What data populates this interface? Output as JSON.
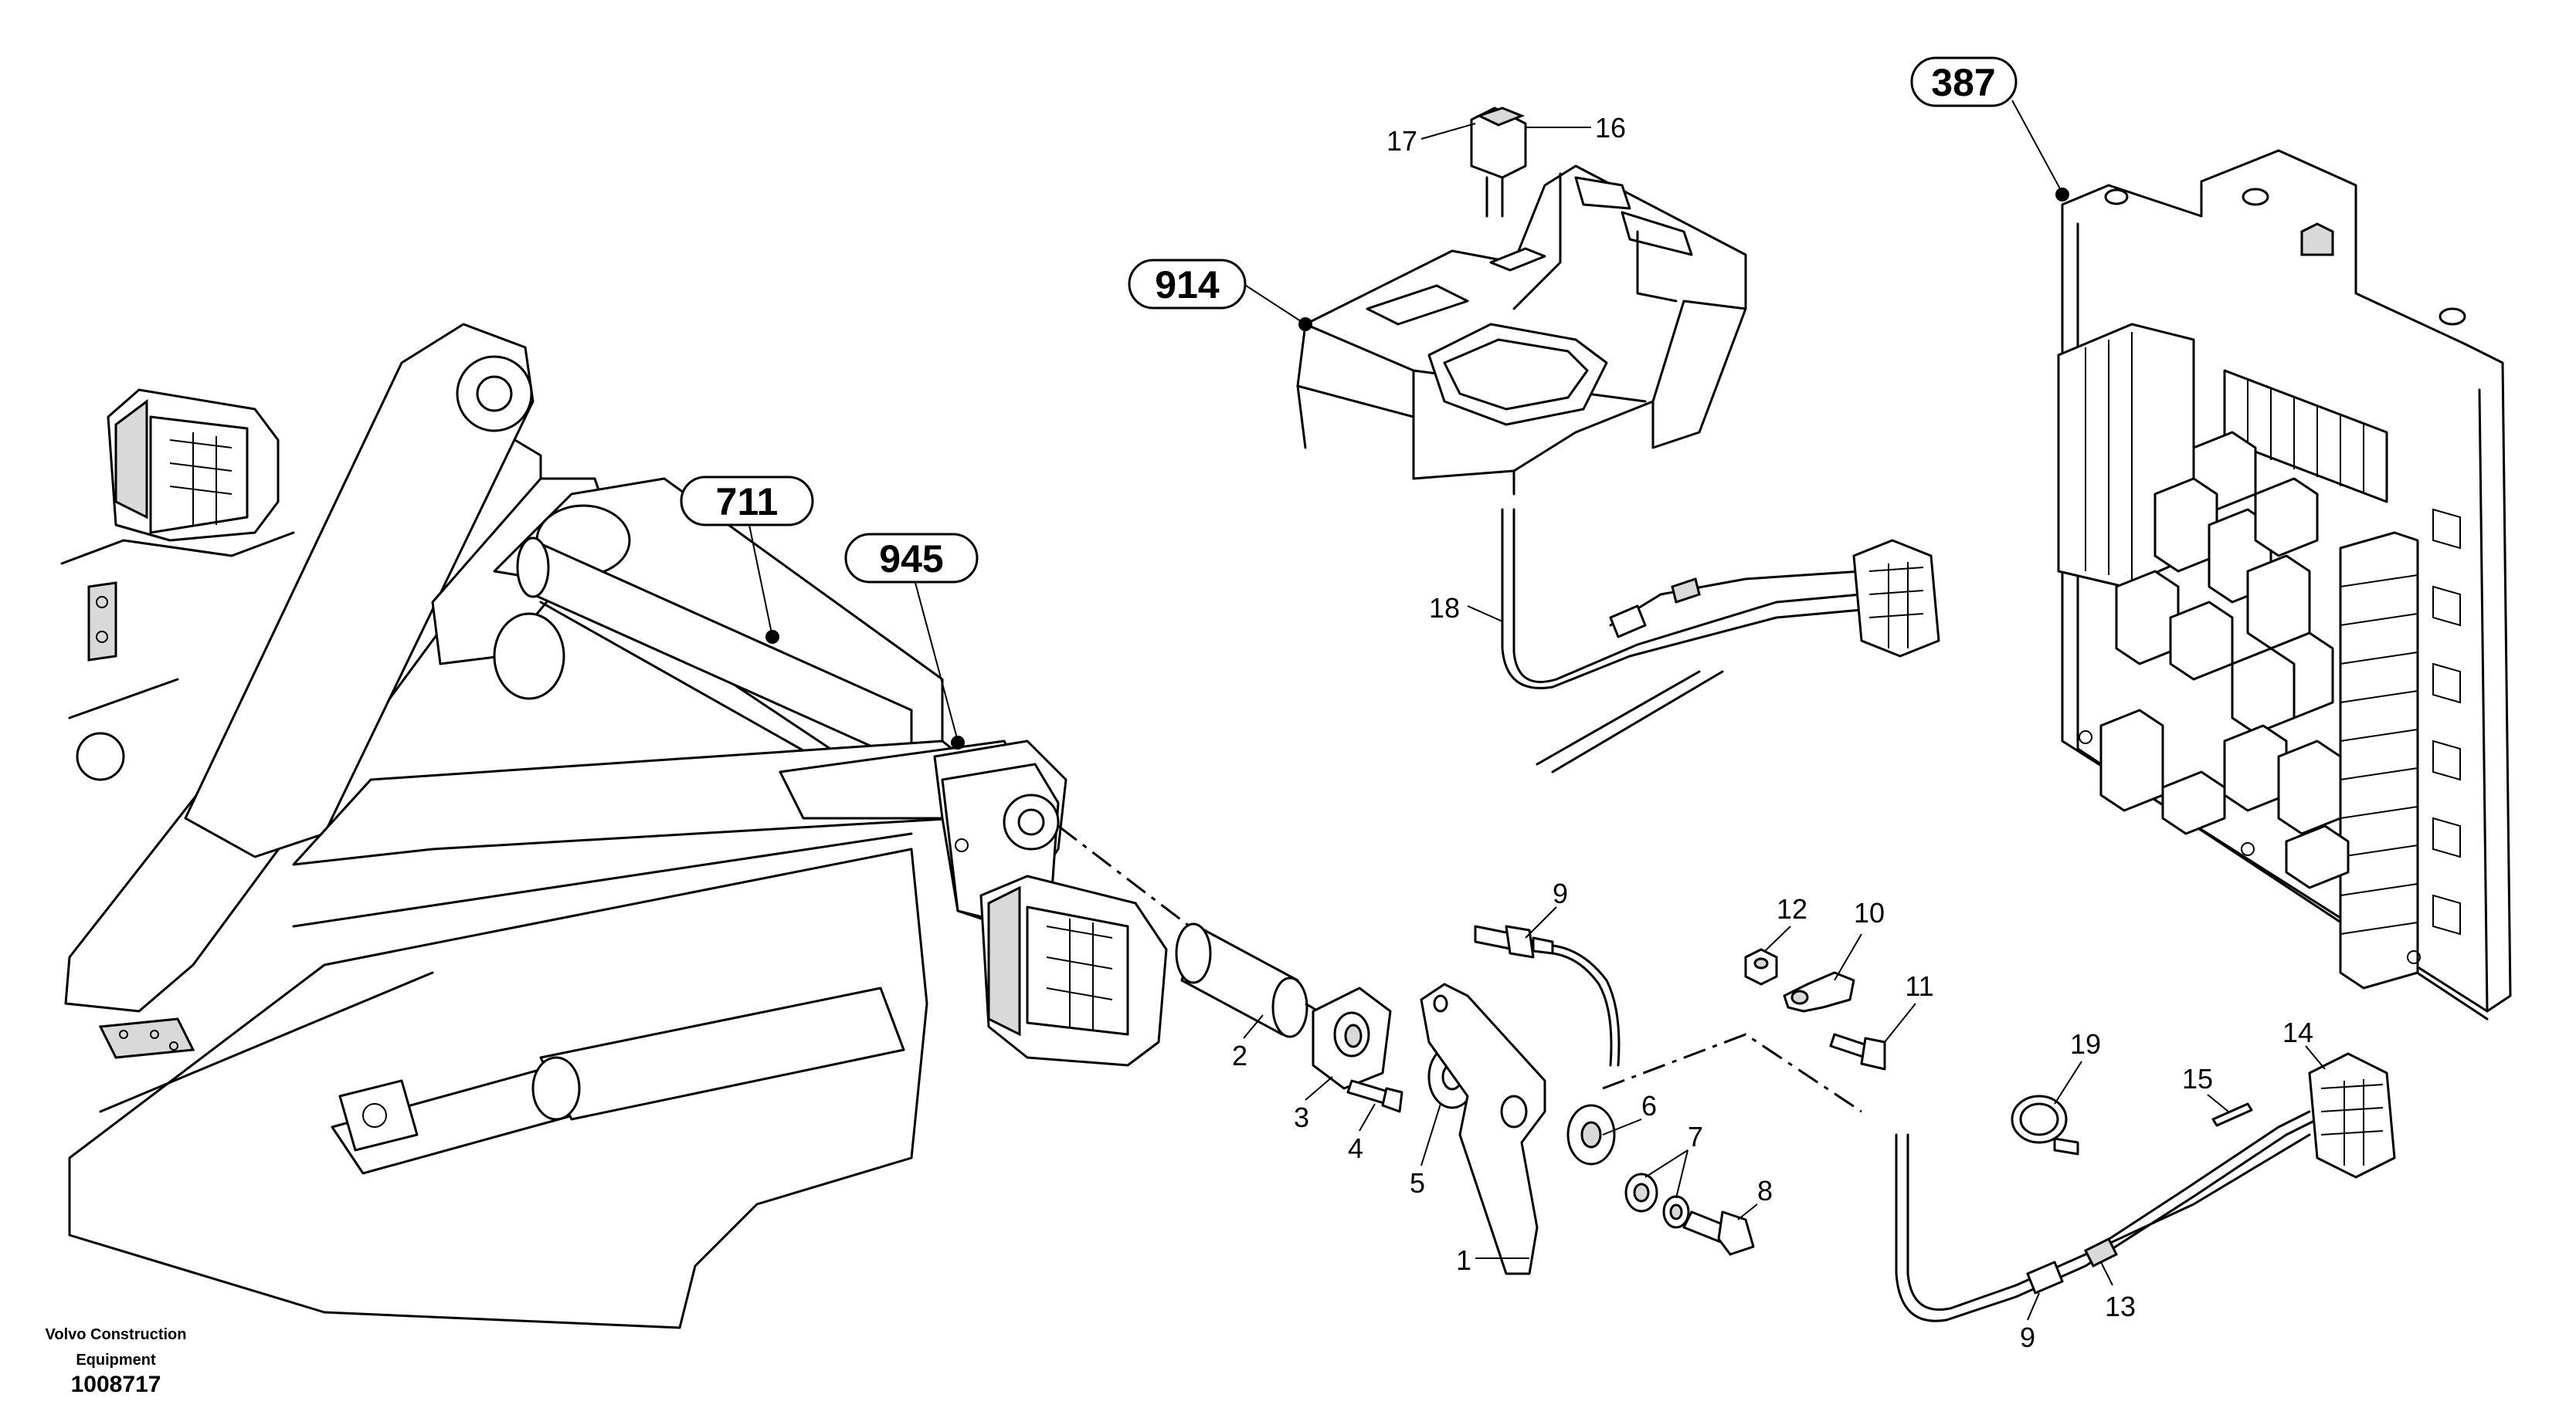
{
  "references": [
    {
      "id": "ref-387",
      "label": "387"
    },
    {
      "id": "ref-914",
      "label": "914"
    },
    {
      "id": "ref-711",
      "label": "711"
    },
    {
      "id": "ref-945",
      "label": "945"
    }
  ],
  "callouts": [
    {
      "id": "c1",
      "label": "1"
    },
    {
      "id": "c2",
      "label": "2"
    },
    {
      "id": "c3",
      "label": "3"
    },
    {
      "id": "c4",
      "label": "4"
    },
    {
      "id": "c5",
      "label": "5"
    },
    {
      "id": "c6",
      "label": "6"
    },
    {
      "id": "c7",
      "label": "7"
    },
    {
      "id": "c8",
      "label": "8"
    },
    {
      "id": "c9a",
      "label": "9"
    },
    {
      "id": "c9b",
      "label": "9"
    },
    {
      "id": "c10",
      "label": "10"
    },
    {
      "id": "c11",
      "label": "11"
    },
    {
      "id": "c12",
      "label": "12"
    },
    {
      "id": "c13",
      "label": "13"
    },
    {
      "id": "c14",
      "label": "14"
    },
    {
      "id": "c15",
      "label": "15"
    },
    {
      "id": "c16",
      "label": "16"
    },
    {
      "id": "c17",
      "label": "17"
    },
    {
      "id": "c18",
      "label": "18"
    },
    {
      "id": "c19",
      "label": "19"
    }
  ],
  "footer": {
    "brand_line1": "Volvo Construction",
    "brand_line2": "Equipment",
    "drawing_number": "1008717"
  }
}
